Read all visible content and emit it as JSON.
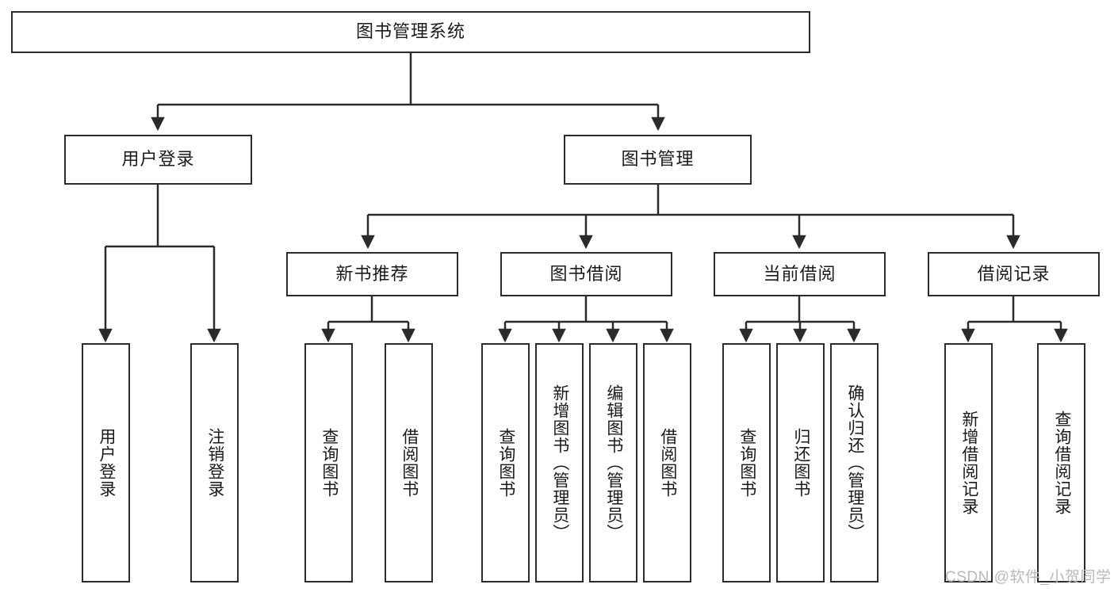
{
  "diagram": {
    "title": "图书管理系统",
    "type": "tree-hierarchy-functional-structure",
    "root": {
      "label": "图书管理系统"
    },
    "level2": [
      {
        "label": "用户登录"
      },
      {
        "label": "图书管理"
      }
    ],
    "level3": [
      {
        "label": "新书推荐"
      },
      {
        "label": "图书借阅"
      },
      {
        "label": "当前借阅"
      },
      {
        "label": "借阅记录"
      }
    ],
    "leaves": {
      "user_login": [
        {
          "label": "用户登录"
        },
        {
          "label": "注销登录"
        }
      ],
      "new_book_recommend": [
        {
          "label": "查询图书"
        },
        {
          "label": "借阅图书"
        }
      ],
      "book_borrow": [
        {
          "label": "查询图书"
        },
        {
          "label": "新增图书（管理员）"
        },
        {
          "label": "编辑图书（管理员）"
        },
        {
          "label": "借阅图书"
        }
      ],
      "current_borrow": [
        {
          "label": "查询图书"
        },
        {
          "label": "归还图书"
        },
        {
          "label": "确认归还（管理员）"
        }
      ],
      "borrow_record": [
        {
          "label": "新增借阅记录"
        },
        {
          "label": "查询借阅记录"
        }
      ]
    }
  },
  "watermark": {
    "text": "CSDN @软件_小贺同学"
  },
  "colors": {
    "stroke": "#2b2b2b",
    "fill": "#ffffff",
    "text": "#1a1a1a",
    "watermark": "#b9b9b9"
  }
}
